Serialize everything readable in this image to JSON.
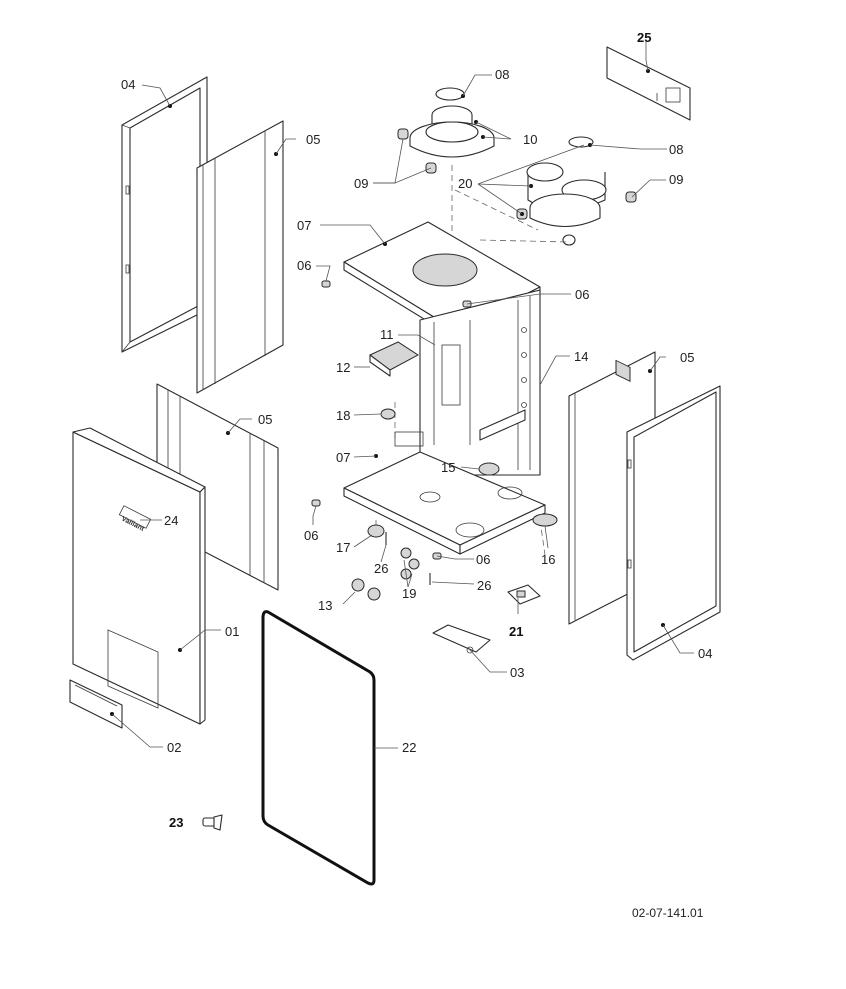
{
  "diagram": {
    "callouts": {
      "p01": "01",
      "p02": "02",
      "p03": "03",
      "p04a": "04",
      "p04b": "04",
      "p05a": "05",
      "p05b": "05",
      "p05c": "05",
      "p06a": "06",
      "p06b": "06",
      "p06c": "06",
      "p06d": "06",
      "p07a": "07",
      "p07b": "07",
      "p08a": "08",
      "p08b": "08",
      "p09a": "09",
      "p09b": "09",
      "p10": "10",
      "p11": "11",
      "p12": "12",
      "p13": "13",
      "p14": "14",
      "p15": "15",
      "p16": "16",
      "p17": "17",
      "p18": "18",
      "p19": "19",
      "p20": "20",
      "p21": "21",
      "p22": "22",
      "p23": "23",
      "p24": "24",
      "p25": "25",
      "p26a": "26",
      "p26b": "26"
    },
    "brand_text": "Vaillant",
    "reference_code": "02-07-141.01"
  }
}
